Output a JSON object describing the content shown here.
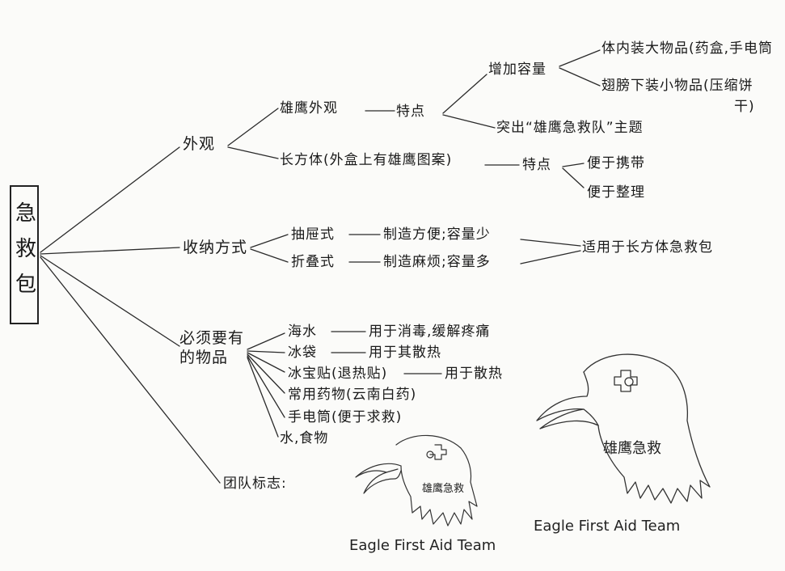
{
  "root": "急救包",
  "branches": {
    "appearance": {
      "label": "外观",
      "eagle": {
        "label": "雄鹰外观",
        "feature": "特点",
        "capacity": {
          "label": "增加容量",
          "item1": "体内装大物品(药盒,手电筒",
          "item2_line1": "翅膀下装小物品(压缩饼",
          "item2_line2": "干)"
        },
        "theme": "突出“雄鹰急救队”主题"
      },
      "box": {
        "label": "长方体(外盒上有雄鹰图案)",
        "feature": "特点",
        "point1": "便于携带",
        "point2": "便于整理"
      }
    },
    "storage": {
      "label": "收纳方式",
      "drawer": {
        "label": "抽屉式",
        "note": "制造方便;容量少"
      },
      "fold": {
        "label": "折叠式",
        "note": "制造麻烦;容量多"
      },
      "conclusion": "适用于长方体急救包"
    },
    "items": {
      "label_line1": "必须要有",
      "label_line2": "的物品",
      "list": {
        "seawater": {
          "label": "海水",
          "use": "用于消毒,缓解疼痛"
        },
        "icebag": {
          "label": "冰袋",
          "use": "用于其散热"
        },
        "coolpatch": {
          "label": "冰宝贴(退热贴)",
          "use": "用于散热"
        },
        "medicine": "常用药物(云南白药)",
        "flashlight": "手电筒(便于求救)",
        "water_food": "水,食物"
      }
    },
    "logo": {
      "label": "团队标志:"
    }
  },
  "logos": {
    "small": {
      "badge": "雄鹰急救",
      "caption": "Eagle First Aid Team"
    },
    "large": {
      "badge": "雄鹰急救",
      "caption": "Eagle First Aid Team"
    }
  }
}
